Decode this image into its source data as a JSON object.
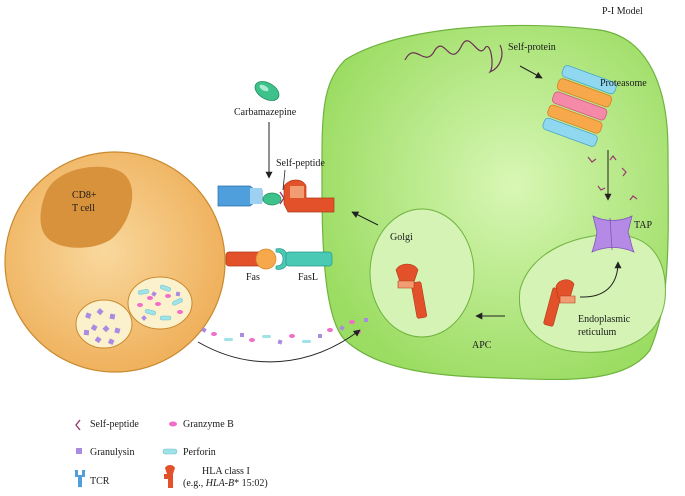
{
  "model_title": "P-I Model",
  "labels": {
    "self_protein": "Self-protein",
    "proteasome": "Proteasome",
    "tap": "TAP",
    "carbamazepine": "Carbamazepine",
    "self_peptide": "Self-peptide",
    "cd8_line1": "CD8+",
    "cd8_line2": "T cell",
    "golgi": "Golgi",
    "fas": "Fas",
    "fasl": "FasL",
    "er_line1": "Endoplasmic",
    "er_line2": "reticulum",
    "apc": "APC"
  },
  "legend": {
    "self_peptide": "Self-peptide",
    "granzyme_b": "Granzyme B",
    "granulysin": "Granulysin",
    "perforin": "Perforin",
    "tcr": "TCR",
    "hla_line1": "HLA class I",
    "hla_line2_prefix": "(e.g., ",
    "hla_line2_italic": "HLA-B",
    "hla_line2_suffix": "* 15:02)"
  },
  "colors": {
    "apc_fill": "#a6e36d",
    "apc_stroke": "#6fb33f",
    "tcell_fill": "#f2bd6c",
    "tcell_stroke": "#c98a30",
    "nucleus": "#d9923c",
    "hla": "#e2512a",
    "tcr": "#4f9fdc",
    "drug": "#3cc28a",
    "peptide": "#9a3b6e",
    "granulysin": "#a98be0",
    "granzyme": "#f06ec8",
    "perforin": "#9fe3e8",
    "tap": "#b48ae6"
  }
}
